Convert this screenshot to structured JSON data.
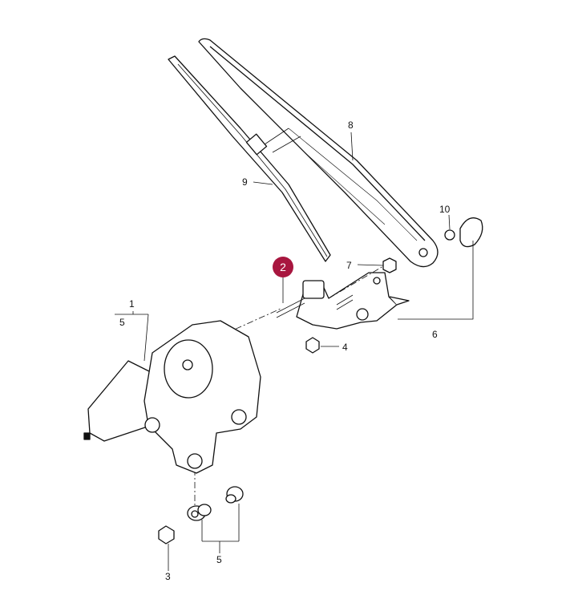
{
  "diagram": {
    "highlight_color": "#a8163f",
    "highlighted_part": "2",
    "callouts": {
      "part_1": "1",
      "part_5_motor": "5",
      "part_2": "2",
      "part_3": "3",
      "part_4": "4",
      "part_5_bottom": "5",
      "part_6": "6",
      "part_7": "7",
      "part_8": "8",
      "part_9": "9",
      "part_10": "10"
    }
  }
}
